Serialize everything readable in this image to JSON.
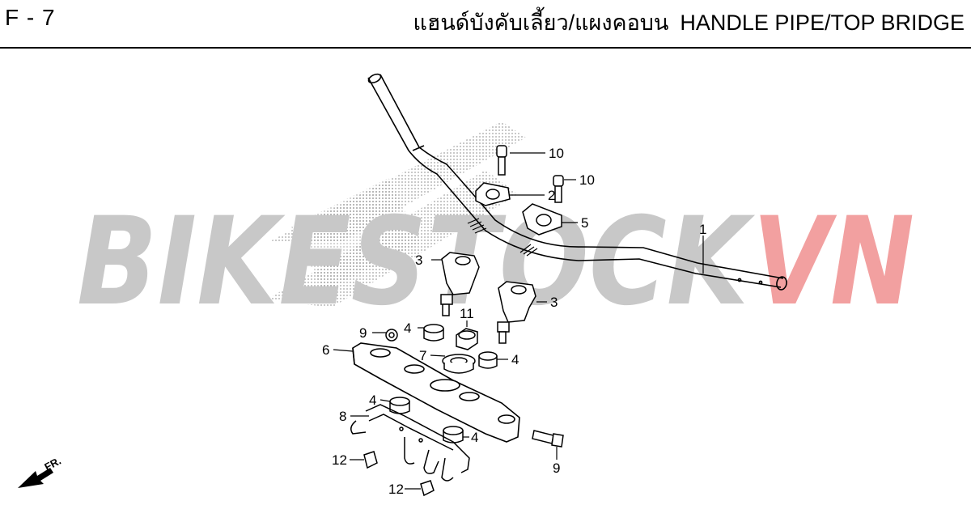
{
  "header": {
    "page_code": "F - 7",
    "title_th": "แฮนด์บังคับเลี้ยว/แผงคอบน",
    "title_en": "HANDLE PIPE/TOP BRIDGE"
  },
  "watermark": {
    "text_main": "BIKESTOCK",
    "text_accent": "VN",
    "main_color": "#c8c8c8",
    "accent_color": "#f2a0a0"
  },
  "direction_marker": {
    "label": "FR.",
    "icon": "front-arrow-icon"
  },
  "callouts": [
    {
      "id": "c1",
      "label": "1"
    },
    {
      "id": "c2",
      "label": "2"
    },
    {
      "id": "c3a",
      "label": "3"
    },
    {
      "id": "c3b",
      "label": "3"
    },
    {
      "id": "c4a",
      "label": "4"
    },
    {
      "id": "c4b",
      "label": "4"
    },
    {
      "id": "c4c",
      "label": "4"
    },
    {
      "id": "c4d",
      "label": "4"
    },
    {
      "id": "c5",
      "label": "5"
    },
    {
      "id": "c6",
      "label": "6"
    },
    {
      "id": "c7",
      "label": "7"
    },
    {
      "id": "c8",
      "label": "8"
    },
    {
      "id": "c9a",
      "label": "9"
    },
    {
      "id": "c9b",
      "label": "9"
    },
    {
      "id": "c10a",
      "label": "10"
    },
    {
      "id": "c10b",
      "label": "10"
    },
    {
      "id": "c11",
      "label": "11"
    },
    {
      "id": "c12a",
      "label": "12"
    },
    {
      "id": "c12b",
      "label": "12"
    }
  ]
}
